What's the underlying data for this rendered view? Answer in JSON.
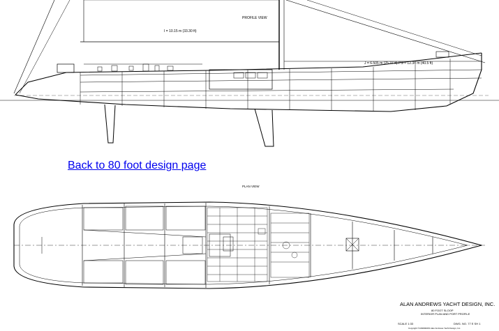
{
  "link": {
    "label": "Back to 80 foot design page"
  },
  "profile": {
    "title": "PROFILE VIEW",
    "dim_upper": "I = 10.15 m (33.30 ft)",
    "dim_lower": "J = 6.505 m (25.37 ft)  PS = 12.34 m (40.5 ft)"
  },
  "plan": {
    "title": "PLAN VIEW"
  },
  "title_block": {
    "company": "ALAN ANDREWS YACHT DESIGN, INC.",
    "line1": "80 FOOT SLOOP",
    "line2": "INTERIOR PLAN AND PORT PROFILE",
    "scale": "SCALE  1:33",
    "dwg": "DWG. NO.  77 E  SH 1",
    "copyright": "Copyright ©ANDREWS Alan Andrews Yacht Design, Inc."
  }
}
